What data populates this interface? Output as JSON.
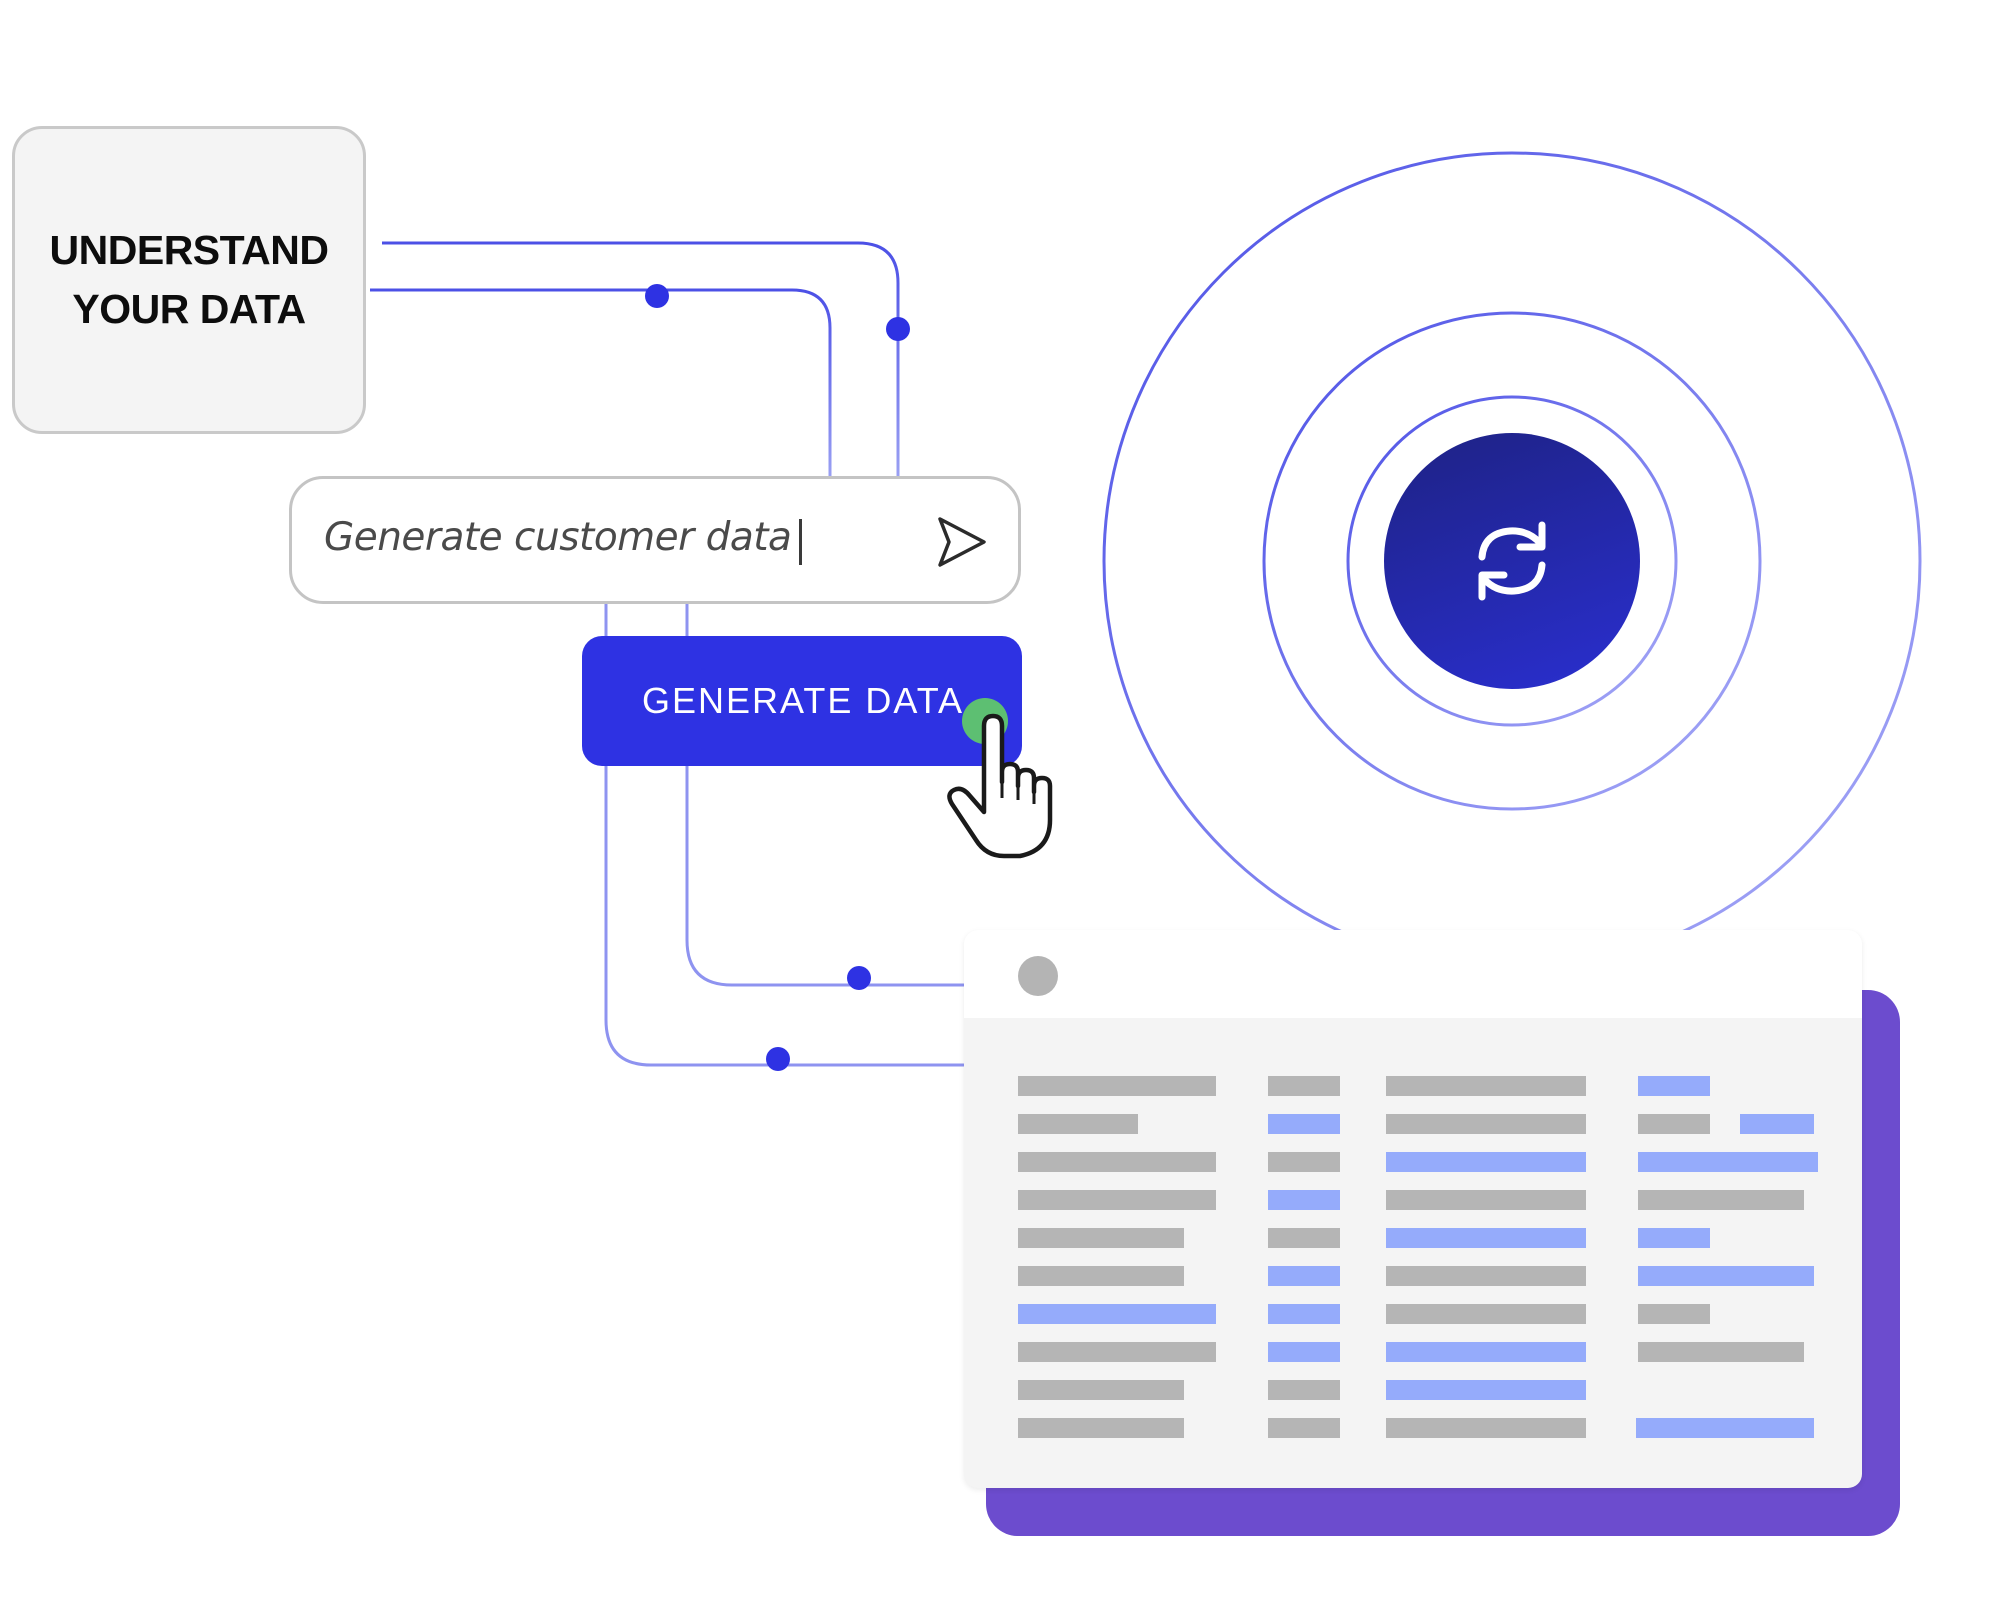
{
  "understand_card": {
    "line1": "UNDERSTAND",
    "line2": "YOUR DATA"
  },
  "prompt": {
    "text": "Generate customer data",
    "send_icon": "send-arrow-icon"
  },
  "generate_button": {
    "label": "GENERATE DATA",
    "cursor_icon": "hand-pointer-icon"
  },
  "sync_button": {
    "icon": "refresh-sync-icon"
  },
  "data_table": {
    "rows": 10,
    "columns": 4,
    "highlighted_cells": "blue bars mark generated values"
  },
  "colors": {
    "accent": "#2e32e3",
    "wire": "#5a5ee8",
    "ring": "#5a5ee8",
    "table_bar": "#b5b5b5",
    "table_highlight": "#95abfb",
    "backdrop": "#6c4cce",
    "click": "#5dbf72"
  }
}
